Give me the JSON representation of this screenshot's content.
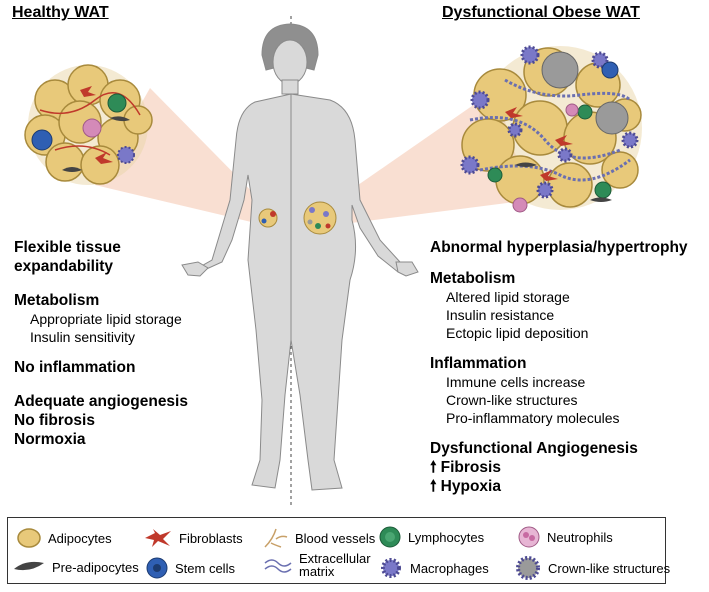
{
  "left": {
    "title": "Healthy WAT",
    "expand": [
      "Flexible tissue",
      "expandability"
    ],
    "metabolism": {
      "heading": "Metabolism",
      "items": [
        "Appropriate lipid storage",
        "Insulin sensitivity"
      ]
    },
    "inflammation": "No inflammation",
    "angio": "Adequate angiogenesis",
    "fibrosis": "No fibrosis",
    "hypoxia": "Normoxia"
  },
  "right": {
    "title": "Dysfunctional Obese WAT",
    "expand": "Abnormal hyperplasia/hypertrophy",
    "metabolism": {
      "heading": "Metabolism",
      "items": [
        "Altered lipid storage",
        "Insulin resistance",
        "Ectopic lipid deposition"
      ]
    },
    "inflammation": {
      "heading": "Inflammation",
      "items": [
        "Immune cells increase",
        "Crown-like structures",
        "Pro-inflammatory molecules"
      ]
    },
    "angio": "Dysfunctional Angiogenesis",
    "fibrosis": "Fibrosis",
    "hypoxia": "Hypoxia",
    "up_arrow": "🠕"
  },
  "legend": {
    "items": [
      "Adipocytes",
      "Fibroblasts",
      "Blood vessels",
      "Lymphocytes",
      "Neutrophils",
      "Pre-adipocytes",
      "Stem cells",
      "Extracellular",
      "matrix",
      "Macrophages",
      "Crown-like structures"
    ]
  },
  "colors": {
    "adipocyte": "#e8c97a",
    "adipocyte_edge": "#a88a3c",
    "fibroblast": "#c0392b",
    "vessel": "#c8a068",
    "lymphocyte": "#2e8b57",
    "neutrophil": "#d48ab8",
    "stem": "#2f5fb3",
    "matrix": "#6a6fb0",
    "macrophage": "#7a78c8",
    "preadipocyte": "#444444",
    "body": "#d9d9d9",
    "body_edge": "#8a8a8a"
  }
}
